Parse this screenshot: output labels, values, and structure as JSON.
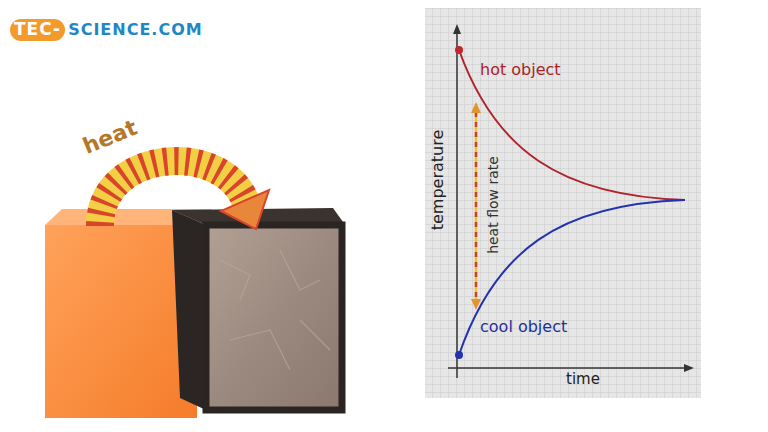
{
  "diagram": {
    "labels": [
      "TEC-",
      "SCIENCE.COM",
      "heat",
      "hot object",
      "heat flow rate",
      "temperature",
      "cool object",
      "time"
    ]
  }
}
